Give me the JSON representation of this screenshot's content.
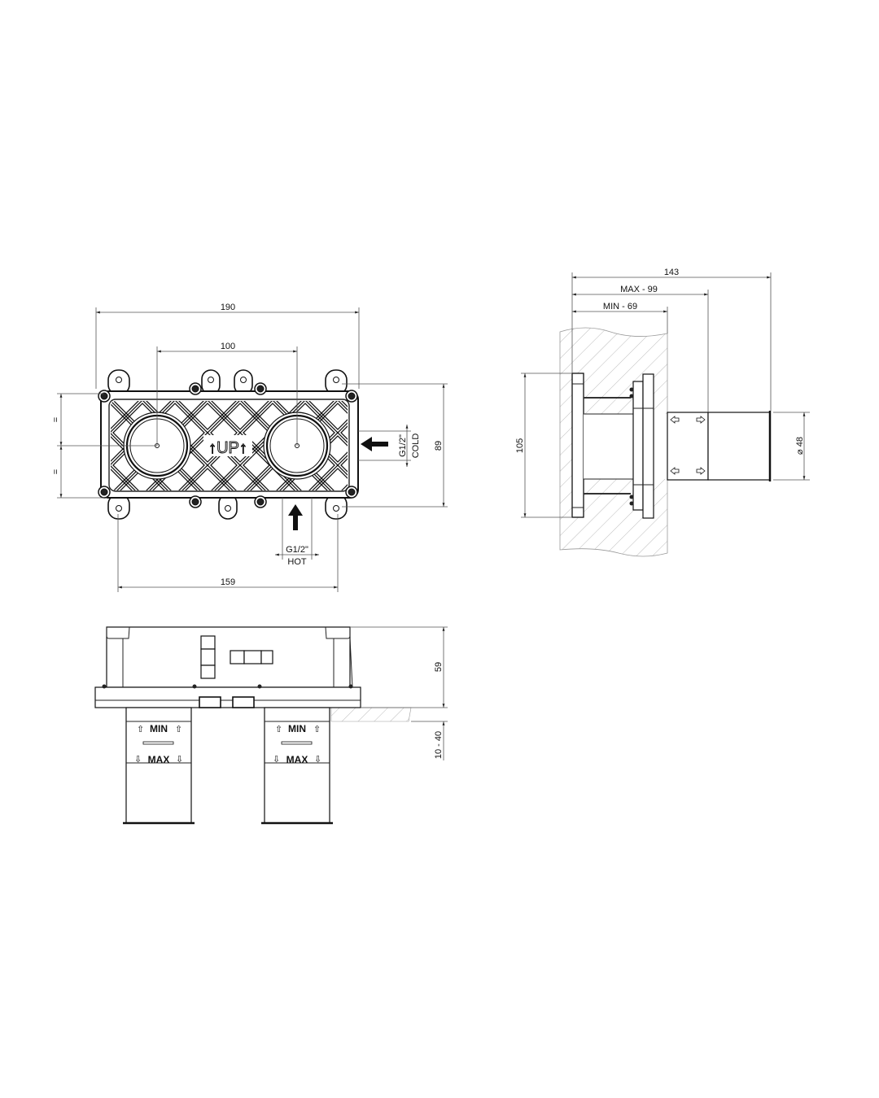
{
  "front_view": {
    "dim_overall_width": "190",
    "dim_centers": "100",
    "dim_mount_holes": "159",
    "dim_height": "89",
    "dim_equal_top": "=",
    "dim_equal_bottom": "=",
    "up_mark": "↑UP↑",
    "cold_inlet": {
      "thread": "G1/2\"",
      "label": "COLD"
    },
    "hot_inlet": {
      "thread": "G1/2\"",
      "label": "HOT"
    }
  },
  "side_view": {
    "dim_overall_depth": "143",
    "dim_max": "MAX - 99",
    "dim_min": "MIN - 69",
    "dim_plate_height": "105",
    "dim_pipe_diameter": "⌀ 48"
  },
  "bottom_view": {
    "dim_body_height": "59",
    "dim_wall_range": "10 - 40",
    "sleeve_min_label": "MIN",
    "sleeve_max_label": "MAX"
  }
}
